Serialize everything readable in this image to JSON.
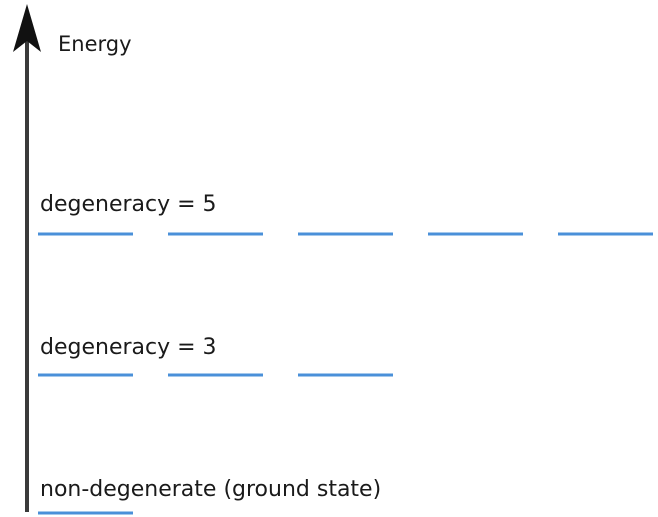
{
  "axis": {
    "label": "Energy"
  },
  "colors": {
    "axis": "#3a3a3a",
    "level": "#4a90d9",
    "text": "#1a1a1a"
  },
  "levels": [
    {
      "id": "degeneracy-5",
      "label": "degeneracy = 5",
      "count": 5
    },
    {
      "id": "degeneracy-3",
      "label": "degeneracy = 3",
      "count": 3
    },
    {
      "id": "ground",
      "label": "non-degenerate (ground state)",
      "count": 1
    }
  ]
}
